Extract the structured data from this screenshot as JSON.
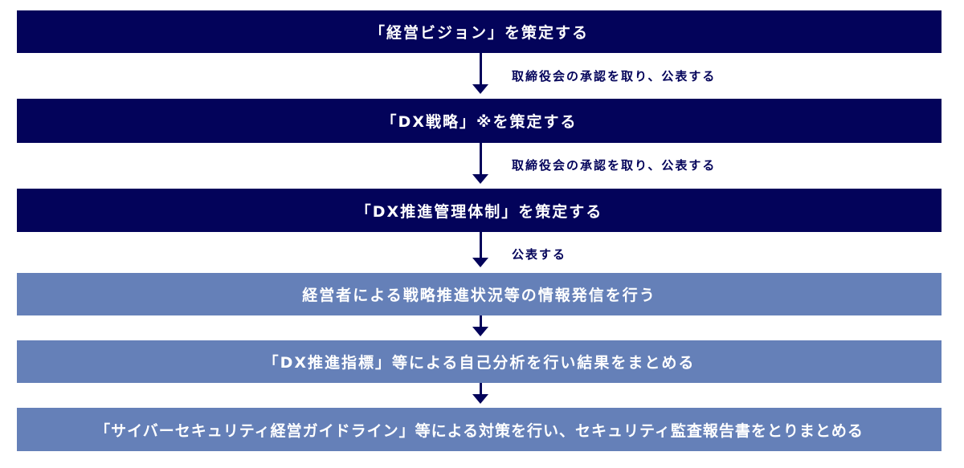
{
  "steps": [
    {
      "label": "「経営ビジョン」を策定する"
    },
    {
      "label": "「DX戦略」※を策定する"
    },
    {
      "label": "「DX推進管理体制」を策定する"
    },
    {
      "label": "経営者による戦略推進状況等の情報発信を行う"
    },
    {
      "label": "「DX推進指標」等による自己分析を行い結果をまとめる"
    },
    {
      "label": "「サイバーセキュリティ経営ガイドライン」等による対策を行い、セキュリティ監査報告書をとりまとめる"
    }
  ],
  "transitions": [
    {
      "label": "取締役会の承認を取り、公表する"
    },
    {
      "label": "取締役会の承認を取り、公表する"
    },
    {
      "label": "公表する"
    }
  ],
  "colors": {
    "dark": "#03035a",
    "light": "#6580b8"
  }
}
